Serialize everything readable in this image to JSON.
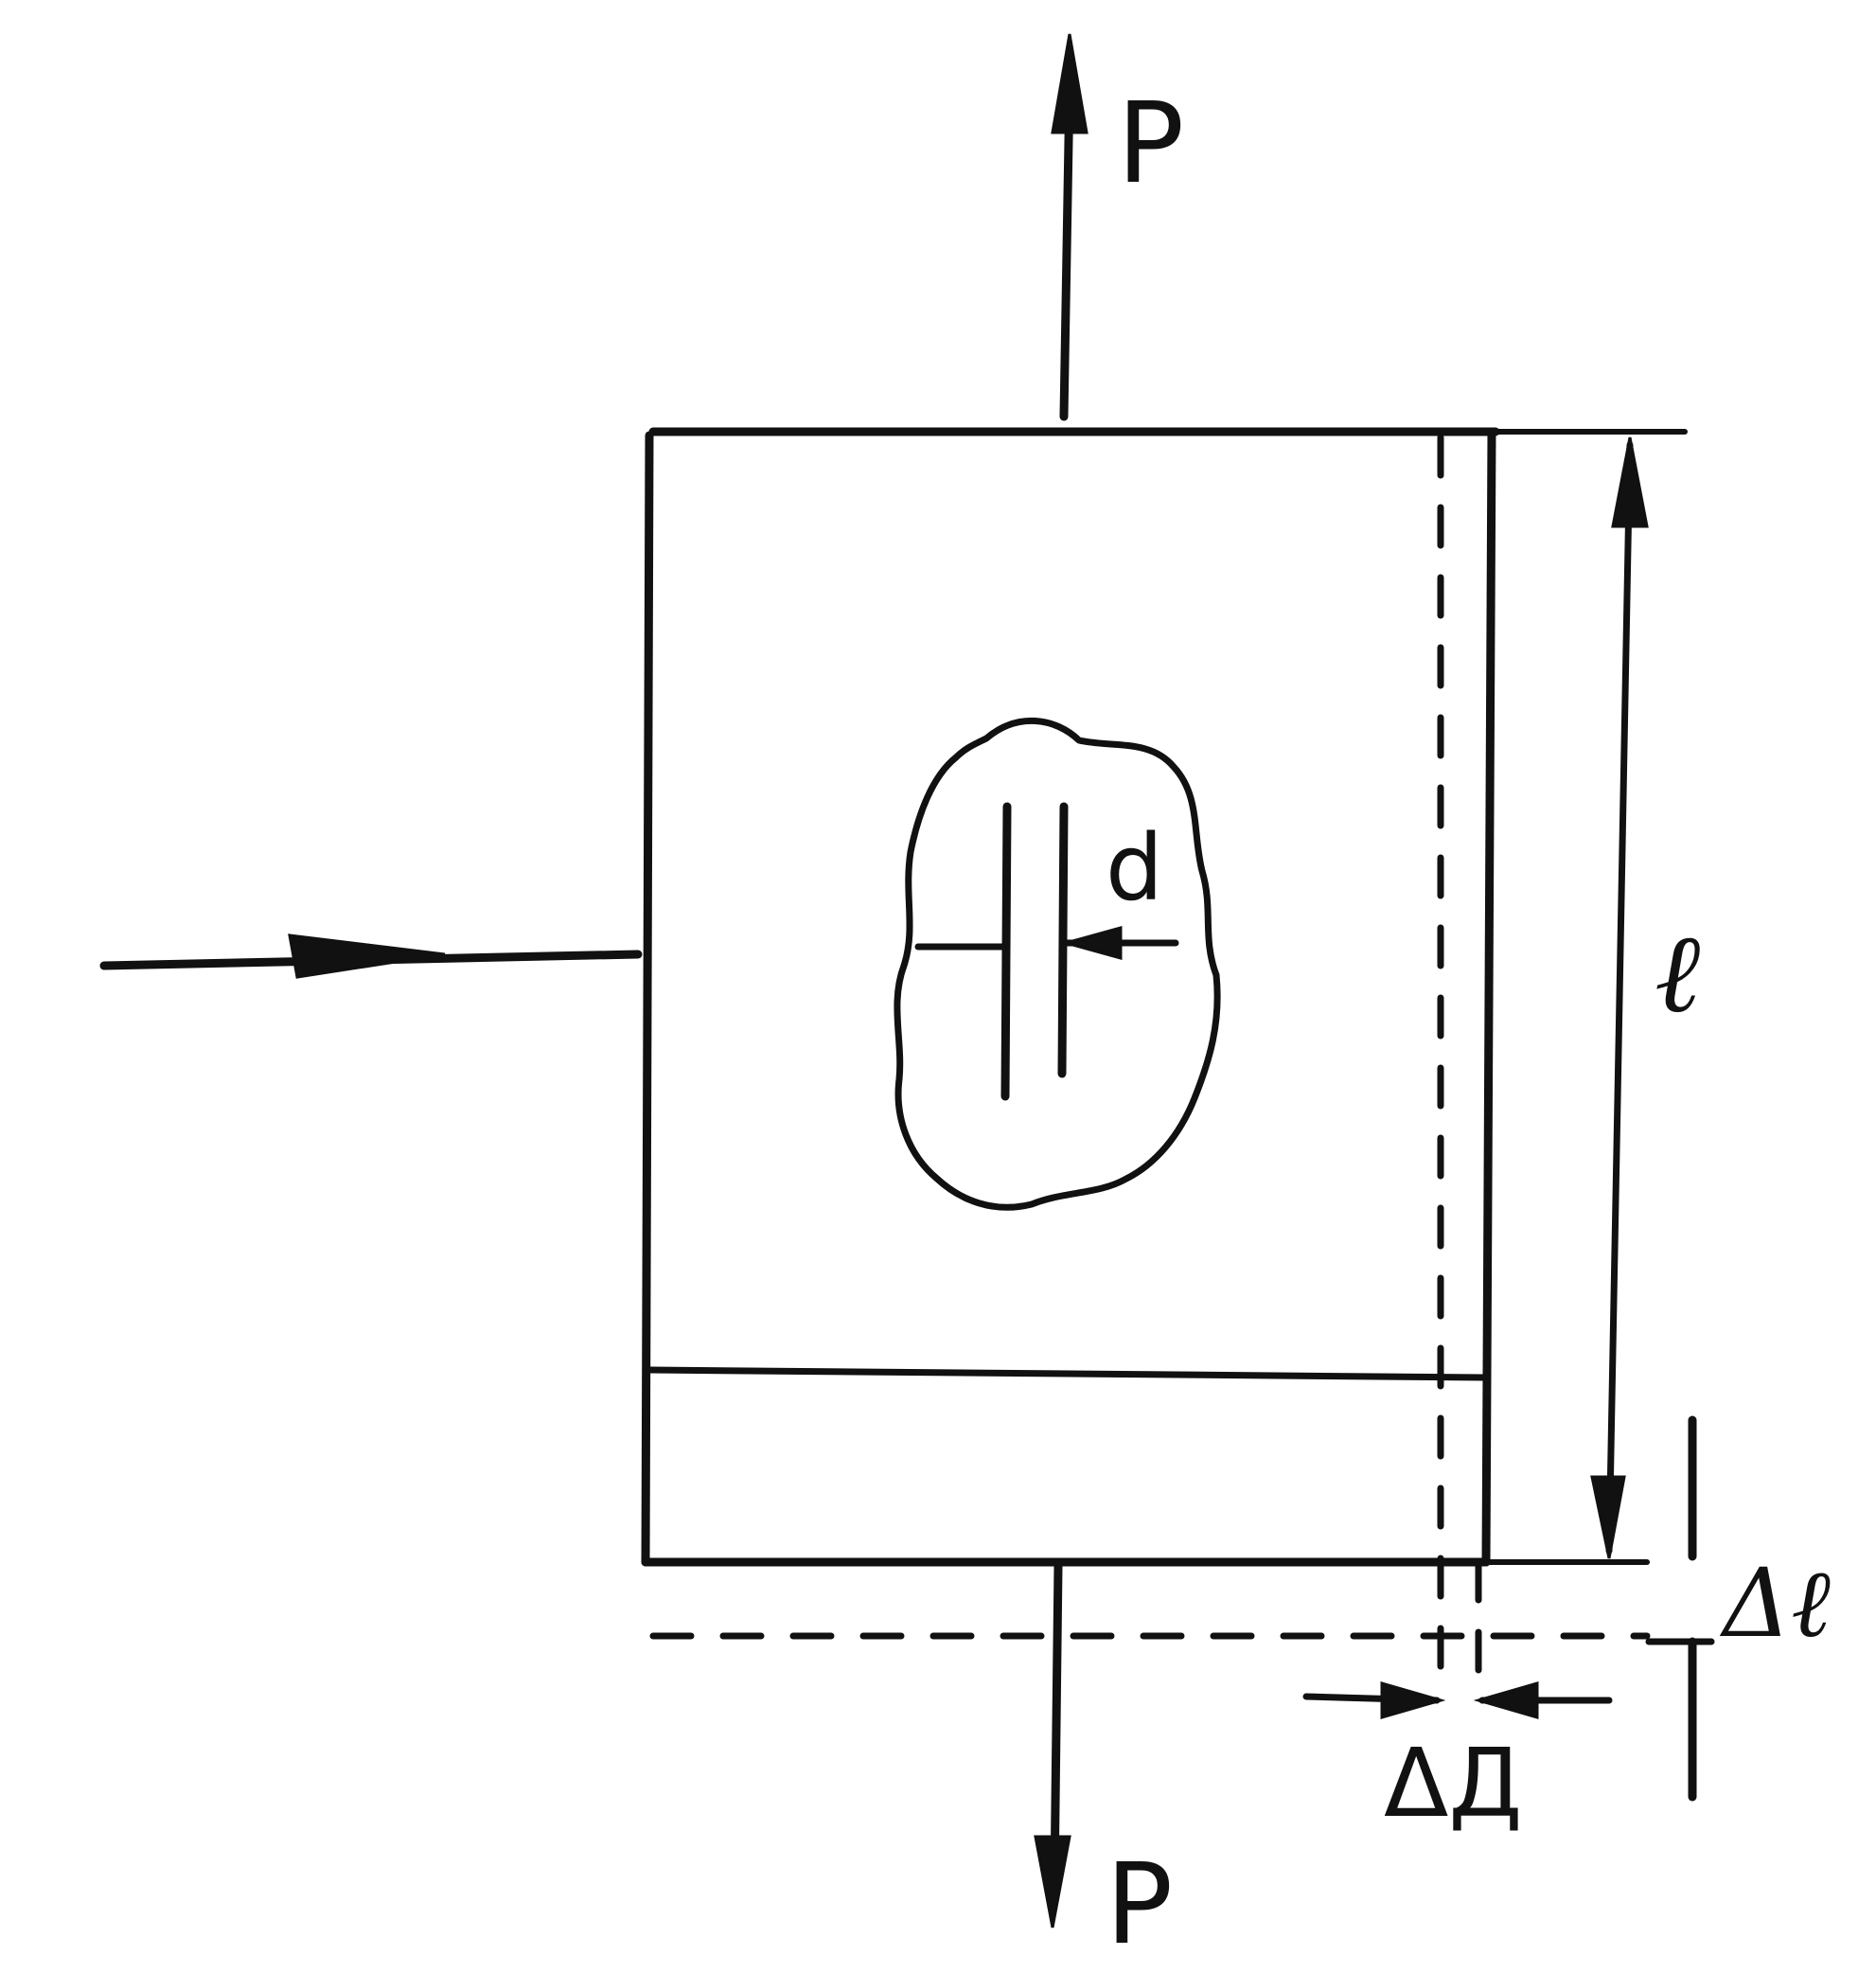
{
  "labels": {
    "force_top": "P",
    "force_bottom": "P",
    "inner_gap": "d",
    "length": "ℓ",
    "elongation": "Δℓ",
    "lateral_contraction": "ΔД"
  },
  "colors": {
    "ink": "#111111",
    "background": "#ffffff"
  }
}
